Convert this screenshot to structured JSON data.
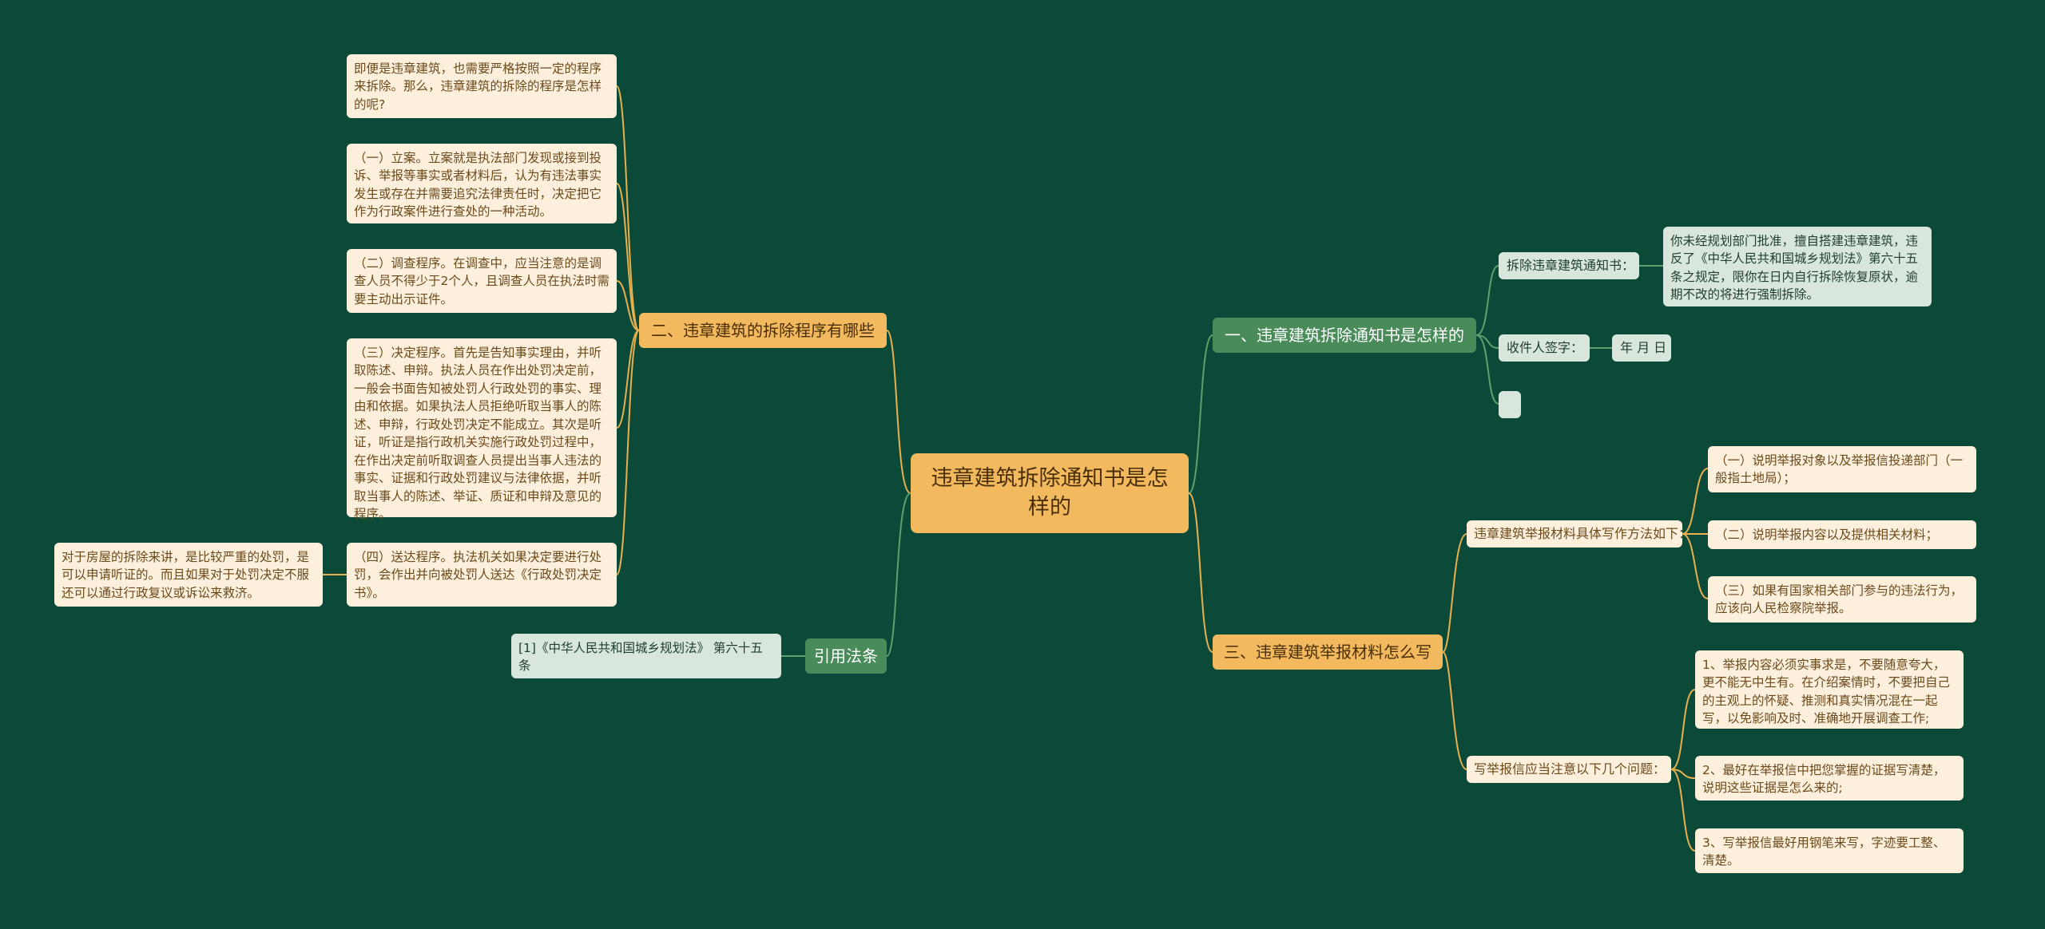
{
  "root": {
    "title": "违章建筑拆除通知书是怎样的"
  },
  "left": {
    "procedure": {
      "title": "二、违章建筑的拆除程序有哪些",
      "items": [
        "即便是违章建筑，也需要严格按照一定的程序来拆除。那么，违章建筑的拆除的程序是怎样的呢?",
        "（一）立案。立案就是执法部门发现或接到投诉、举报等事实或者材料后，认为有违法事实发生或存在并需要追究法律责任时，决定把它作为行政案件进行查处的一种活动。",
        "（二）调查程序。在调查中，应当注意的是调查人员不得少于2个人，且调查人员在执法时需要主动出示证件。",
        "（三）决定程序。首先是告知事实理由，并听取陈述、申辩。执法人员在作出处罚决定前，一般会书面告知被处罚人行政处罚的事实、理由和依据。如果执法人员拒绝听取当事人的陈述、申辩，行政处罚决定不能成立。其次是听证，听证是指行政机关实施行政处罚过程中，在作出决定前听取调查人员提出当事人违法的事实、证据和行政处罚建议与法律依据，并听取当事人的陈述、举证、质证和申辩及意见的程序。",
        "（四）送达程序。执法机关如果决定要进行处罚，会作出并向被处罚人送达《行政处罚决定书》。"
      ],
      "sub_note": "对于房屋的拆除来讲，是比较严重的处罚，是可以申请听证的。而且如果对于处罚决定不服还可以通过行政复议或诉讼来救济。"
    },
    "law": {
      "title": "引用法条",
      "item": "[1]《中华人民共和国城乡规划法》 第六十五条"
    }
  },
  "right": {
    "notice": {
      "title": "一、违章建筑拆除通知书是怎样的",
      "label1": "拆除违章建筑通知书：",
      "label1_text": "你未经规划部门批准，擅自搭建违章建筑，违反了《中华人民共和国城乡规划法》第六十五条之规定，限你在日内自行拆除恢复原状，逾期不改的将进行强制拆除。",
      "label2": "收件人签字：",
      "label2_text": "年 月 日",
      "label3": ""
    },
    "report": {
      "title": "三、违章建筑举报材料怎么写",
      "methods_label": "违章建筑举报材料具体写作方法如下：",
      "methods": [
        "（一）说明举报对象以及举报信投递部门（一般指土地局）；",
        "（二）说明举报内容以及提供相关材料；",
        "（三）如果有国家相关部门参与的违法行为，应该向人民检察院举报。"
      ],
      "notes_label": "写举报信应当注意以下几个问题：",
      "notes": [
        "1、举报内容必须实事求是，不要随意夸大，更不能无中生有。在介绍案情时，不要把自己的主观上的怀疑、推测和真实情况混在一起写，以免影响及时、准确地开展调查工作;",
        "2、最好在举报信中把您掌握的证据写清楚，说明这些证据是怎么来的;",
        "3、写举报信最好用钢笔来写，字迹要工整、清楚。"
      ]
    }
  },
  "colors": {
    "background": "#0b4a39",
    "orange": "#f2b95f",
    "green": "#4a8c59",
    "cream": "#fcefdb",
    "pale_green": "#d8e6dc",
    "line_orange": "#e8b04e",
    "line_green": "#5fa06c"
  }
}
